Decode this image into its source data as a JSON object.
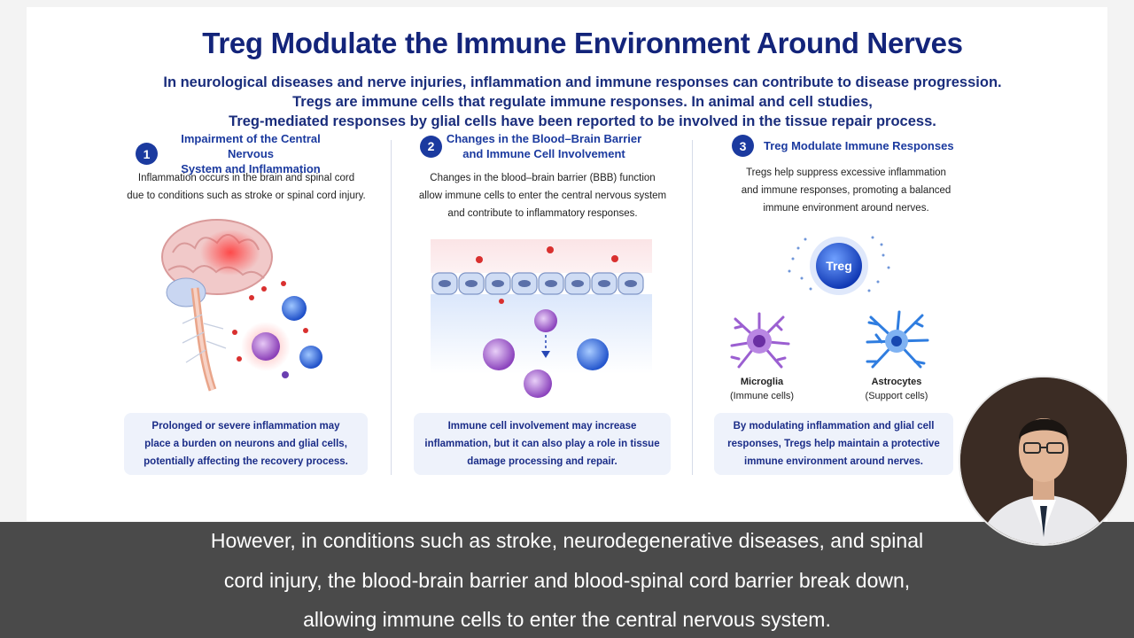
{
  "slide": {
    "title": "Treg Modulate the Immune Environment Around Nerves",
    "intro": [
      "In neurological diseases and nerve injuries, inflammation and immune responses can contribute to disease progression.",
      "Tregs are immune cells that regulate immune responses. In animal and cell studies,",
      "Treg-mediated responses by glial cells have been reported to be involved in the tissue repair process."
    ],
    "columns": [
      {
        "number": "1",
        "heading": [
          "Impairment of the Central Nervous",
          "System and Inflammation"
        ],
        "description": [
          "Inflammation occurs in the brain and spinal cord",
          "due to conditions such as stroke or spinal cord injury."
        ],
        "note": [
          "Prolonged or severe inflammation may",
          "place a burden on neurons and glial cells,",
          "potentially affecting the recovery process."
        ]
      },
      {
        "number": "2",
        "heading": [
          "Changes in the Blood–Brain Barrier",
          "and Immune Cell Involvement"
        ],
        "description": [
          "Changes in the blood–brain barrier (BBB) function",
          "allow immune cells to enter the central nervous system",
          "and contribute to inflammatory responses."
        ],
        "note": [
          "Immune cell involvement may increase",
          "inflammation, but it can also play a role in tissue",
          "damage processing and repair."
        ]
      },
      {
        "number": "3",
        "heading": [
          "Treg Modulate Immune Responses"
        ],
        "description": [
          "Tregs help suppress excessive inflammation",
          "and immune responses, promoting a balanced",
          "immune environment around nerves."
        ],
        "treg_label": "Treg",
        "cells": [
          {
            "name": "Microglia",
            "role": "(Immune cells)"
          },
          {
            "name": "Astrocytes",
            "role": "(Support cells)"
          }
        ],
        "note": [
          "By modulating inflammation and glial cell",
          "responses, Tregs help maintain a protective",
          "immune environment around nerves."
        ]
      }
    ]
  },
  "subtitle": [
    "However, in conditions such as stroke, neurodegenerative diseases, and spinal",
    "cord injury, the blood-brain barrier and blood-spinal cord barrier break down,",
    "allowing immune cells to enter the central nervous system."
  ],
  "icons": [
    "brain-spinal-cord-illustration",
    "immune-cell-icon",
    "bbb-vessel-illustration",
    "treg-cell-icon",
    "microglia-icon",
    "astrocyte-icon",
    "presenter-avatar"
  ],
  "colors": {
    "title": "#13247a",
    "accent": "#1b3a9f",
    "note_bg": "#eef2fb",
    "subtitle_bar": "#4a4a4a"
  }
}
